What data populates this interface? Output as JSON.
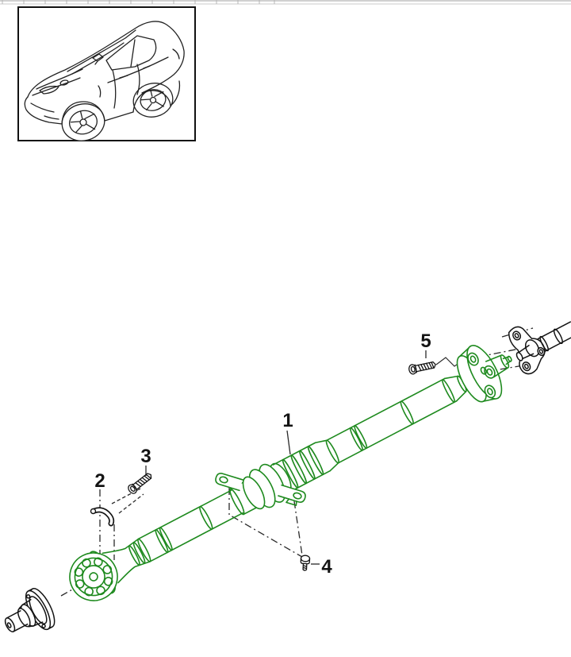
{
  "colors": {
    "part_highlight": "#1e8a1e",
    "line": "#141414",
    "leader": "#2a2a2a",
    "ruler": "#b5b5b5",
    "background": "#ffffff"
  },
  "thumbnail": {
    "icon": "panamera-car-outline-icon"
  },
  "callouts": [
    {
      "number": "1"
    },
    {
      "number": "2"
    },
    {
      "number": "3"
    },
    {
      "number": "4"
    },
    {
      "number": "5"
    }
  ]
}
